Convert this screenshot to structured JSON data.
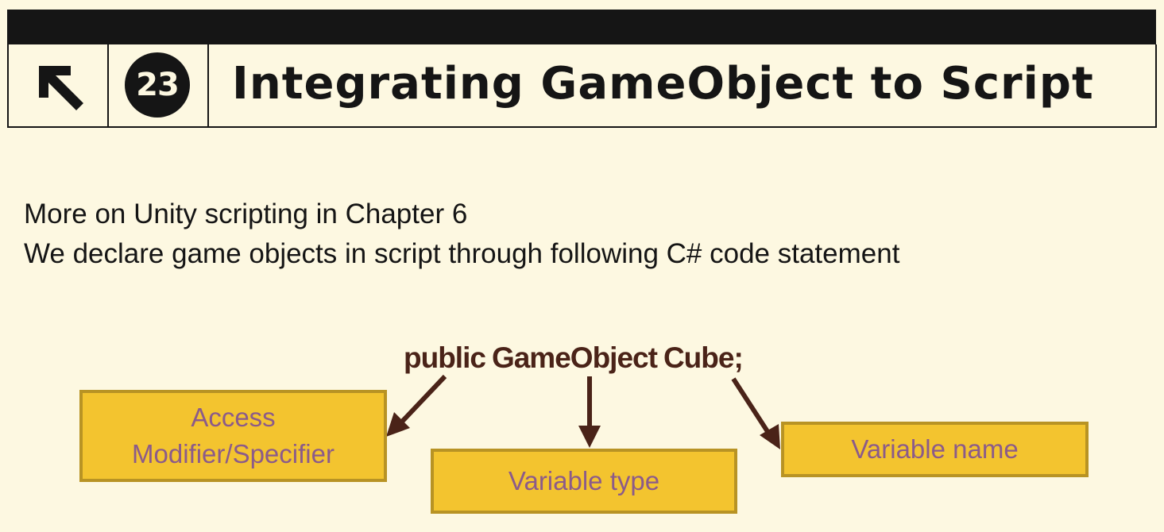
{
  "header": {
    "number": "23",
    "title": "Integrating GameObject to Script"
  },
  "body": {
    "lines": [
      "More on Unity scripting in Chapter 6",
      "We declare game objects in script through following C# code statement"
    ]
  },
  "code": {
    "tokens": [
      "public",
      "GameObject",
      "Cube;"
    ]
  },
  "labels": {
    "access_line1": "Access",
    "access_line2": "Modifier/Specifier",
    "type": "Variable type",
    "name": "Variable name"
  },
  "colors": {
    "background": "#fdf8e1",
    "header_dark": "#151515",
    "box_fill": "#f3c42f",
    "box_border": "#b89324",
    "box_text": "#8b5b8a",
    "code_text": "#4a2318"
  },
  "icons": {
    "back": "arrow-up-left-icon"
  }
}
